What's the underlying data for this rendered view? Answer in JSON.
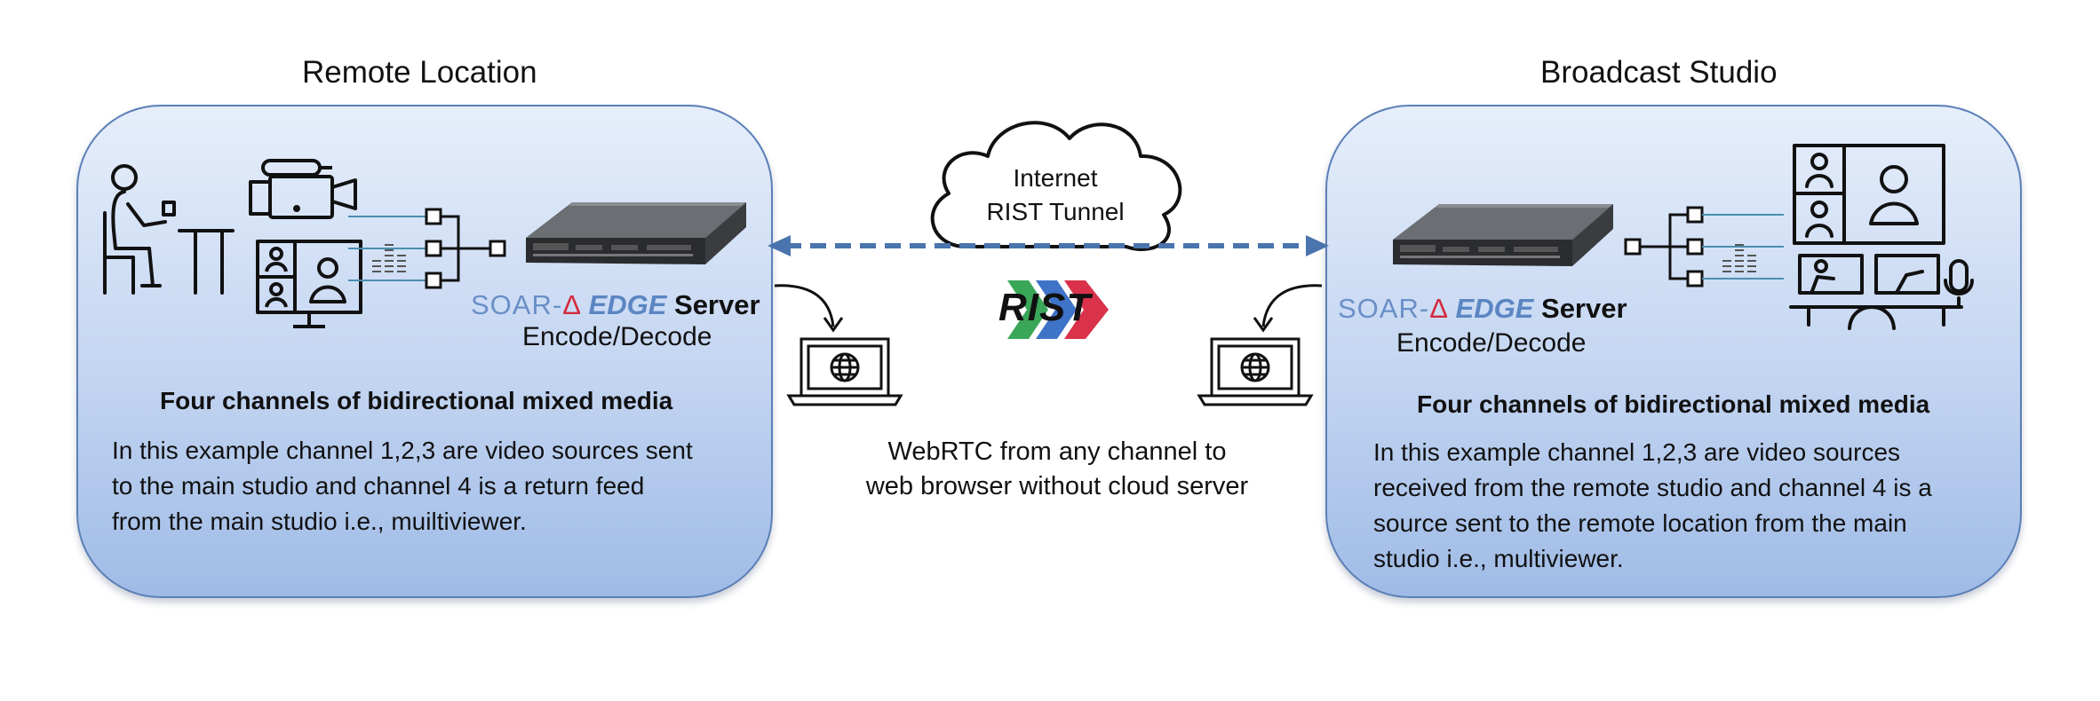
{
  "left": {
    "title": "Remote Location",
    "brand": {
      "soar": "SOAR-",
      "delta": "Δ",
      "edge": "EDGE",
      "server": "Server"
    },
    "role": "Encode/Decode",
    "heading": "Four channels of bidirectional mixed media",
    "description": [
      "In this example channel 1,2,3 are video sources sent",
      "to the main  studio and channel 4 is a return feed",
      "from the main studio i.e., muiltiviewer."
    ]
  },
  "right": {
    "title": "Broadcast Studio",
    "brand": {
      "soar": "SOAR-",
      "delta": "Δ",
      "edge": "EDGE",
      "server": "Server"
    },
    "role": "Encode/Decode",
    "heading": "Four channels of bidirectional mixed media",
    "description": [
      "In this example channel 1,2,3 are video sources",
      "received from the remote studio and channel 4 is a",
      "source sent to the remote location from the main",
      "studio i.e., multiviewer."
    ]
  },
  "cloud": {
    "lines": [
      "Internet",
      "RIST Tunnel"
    ]
  },
  "rist_logo": {
    "text": "RIST",
    "chevron_colors": [
      "#3aa657",
      "#3f73c8",
      "#d9324a"
    ]
  },
  "webrtc": {
    "lines": [
      "WebRTC from any channel to",
      "web browser without cloud server"
    ]
  },
  "colors": {
    "panel_border": "#5b7fb6",
    "link": "#4a74ad",
    "brand_blue": "#5b86c3",
    "brand_red": "#d42a3c"
  },
  "icons": [
    "person-at-desk-icon",
    "video-camera-icon",
    "video-conference-monitor-icon",
    "channel-splitter-icon",
    "audio-level-icon",
    "rack-server-icon",
    "laptop-globe-icon",
    "cloud-icon",
    "broadcast-desk-icon",
    "microphone-icon"
  ]
}
